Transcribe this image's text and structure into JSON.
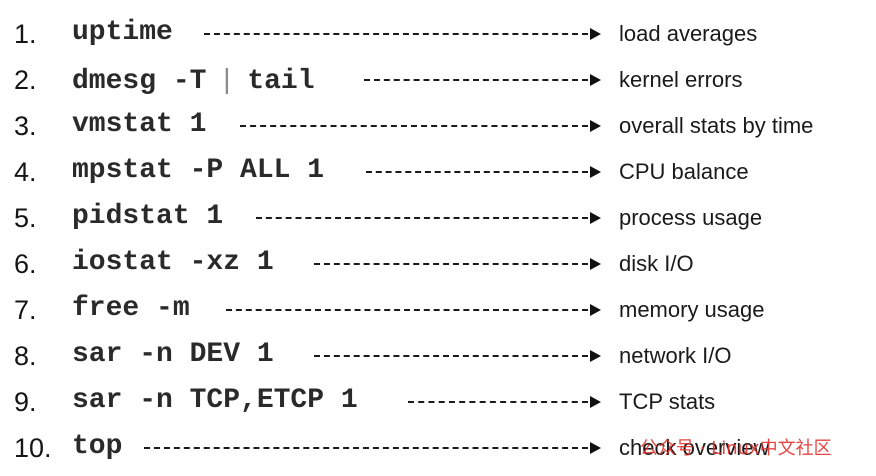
{
  "rows": [
    {
      "num": "1.",
      "command": "uptime",
      "description": "load averages"
    },
    {
      "num": "2.",
      "command": "dmesg -T",
      "pipe": "|",
      "command2": "tail",
      "description": "kernel errors"
    },
    {
      "num": "3.",
      "command": "vmstat 1",
      "description": "overall stats by time"
    },
    {
      "num": "4.",
      "command": "mpstat -P ALL 1",
      "description": "CPU balance"
    },
    {
      "num": "5.",
      "command": "pidstat 1",
      "description": "process usage"
    },
    {
      "num": "6.",
      "command": "iostat -xz 1",
      "description": "disk I/O"
    },
    {
      "num": "7.",
      "command": "free -m",
      "description": "memory usage"
    },
    {
      "num": "8.",
      "command": "sar -n DEV 1",
      "description": "network I/O"
    },
    {
      "num": "9.",
      "command": "sar -n TCP,ETCP 1",
      "description": "TCP stats"
    },
    {
      "num": "10.",
      "command": "top",
      "description": "check overview"
    }
  ],
  "watermark": "公众号 · Linux中文社区",
  "colors": {
    "text": "#151515",
    "command": "#2a2a2a",
    "watermark": "#e0322f"
  }
}
